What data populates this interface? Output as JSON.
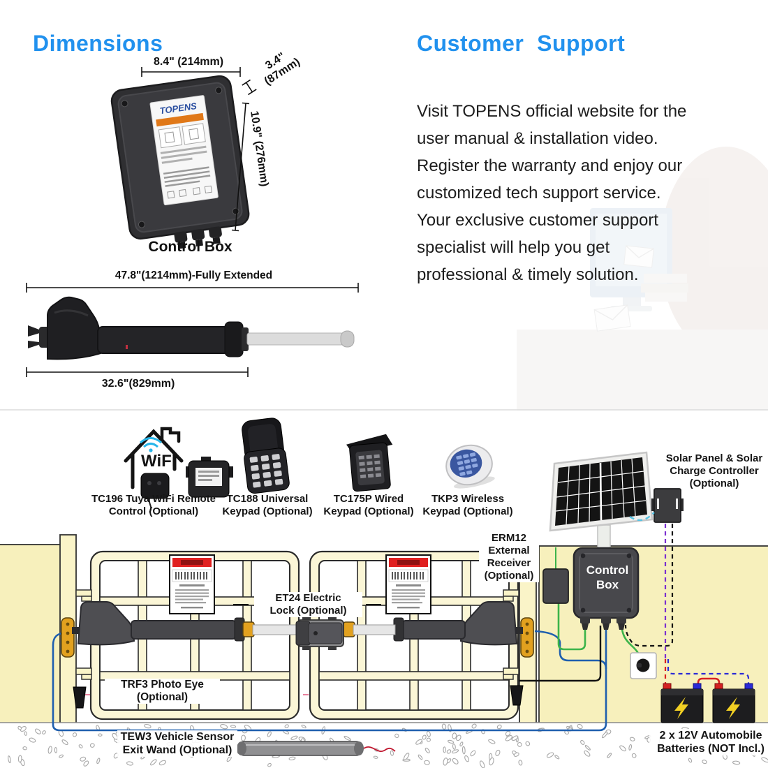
{
  "colors": {
    "accent_blue": "#2191ee",
    "wall_yellow": "#f7f0bc",
    "gate_tube": "#fbf6d6",
    "wire_blue": "#1f5fae",
    "wire_green": "#3cb44a",
    "wire_black": "#111111",
    "wire_red": "#d92121",
    "dashed_cyan": "#56c3e4",
    "dashed_purple": "#7b2fd0",
    "dashed_blue": "#2a2ad6",
    "beam_pink": "#e87f9d",
    "warning_red": "#e02020",
    "bracket_orange": "#e2a11f",
    "battery_bolt": "#f2d024"
  },
  "dimensions_section": {
    "title": "Dimensions",
    "control_box": {
      "width_label": "8.4\" (214mm)",
      "depth_label": "3.4\"\n(87mm)",
      "height_label": "10.9\" (276mm)",
      "caption": "Control Box",
      "brand": "TOPENS"
    },
    "arm": {
      "extended_label": "47.8\"(1214mm)-Fully Extended",
      "retracted_label": "32.6\"(829mm)"
    }
  },
  "support_section": {
    "title": "Customer  Support",
    "body": "Visit TOPENS official website for the\nuser manual & installation video.\nRegister the warranty and enjoy our\ncustomized tech support service.\nYour exclusive customer support\nspecialist will help you get\nprofessional & timely solution."
  },
  "diagram": {
    "accessories": [
      {
        "label": "TC196 Tuya WiFi Remote\nControl (Optional)",
        "wifi_text": "WiFi"
      },
      {
        "label": "TC188 Universal\nKeypad (Optional)"
      },
      {
        "label": "TC175P Wired\nKeypad (Optional)"
      },
      {
        "label": "TKP3 Wireless\nKeypad (Optional)"
      }
    ],
    "solar_label": "Solar Panel & Solar\nCharge Controller\n(Optional)",
    "erm12_label": "ERM12\nExternal\nReceiver\n(Optional)",
    "control_box_label": "Control\nBox",
    "et24_label": "ET24 Electric\nLock (Optional)",
    "trf3_label": "TRF3 Photo Eye\n(Optional)",
    "tew3_label": "TEW3 Vehicle Sensor\nExit Wand (Optional)",
    "batteries_label": "2 x 12V Automobile\nBatteries (NOT Incl.)"
  }
}
